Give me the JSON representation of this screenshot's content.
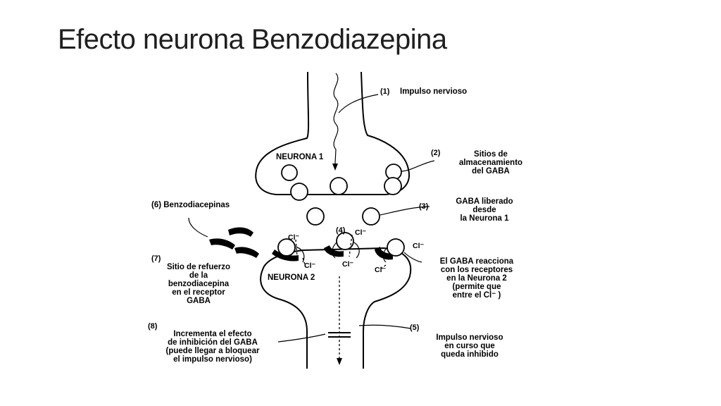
{
  "title": "Efecto neurona Benzodiazepina",
  "labels": {
    "l1_num": "(1)",
    "l1": "Impulso nervioso",
    "neurona1": "NEURONA 1",
    "l2_num": "(2)",
    "l2": [
      "Sitios de",
      "almacenamiento",
      "del GABA"
    ],
    "l3_num": "(3)",
    "l3": [
      "GABA liberado",
      "desde",
      "la Neurona 1"
    ],
    "l4_num": "(4)",
    "l4": [
      "El GABA reacciona",
      "con los receptores",
      "en la Neurona 2",
      "(permite que",
      "entre el Cl⁻ )"
    ],
    "l5_num": "(5)",
    "l5": [
      "Impulso nervioso",
      "en curso que",
      "queda inhibido"
    ],
    "l6": "(6) Benzodiacepinas",
    "l7_num": "(7)",
    "l7": [
      "Sitio de refuerzo",
      "de la",
      "benzodiacepina",
      "en el receptor",
      "GABA"
    ],
    "l8_num": "(8)",
    "l8": [
      "Incrementa el efecto",
      "de inhibición del GABA",
      "(puede llegar a bloquear",
      "el impulso nervioso)"
    ],
    "neurona2": "NEURONA 2",
    "ion": "Cl⁻"
  }
}
